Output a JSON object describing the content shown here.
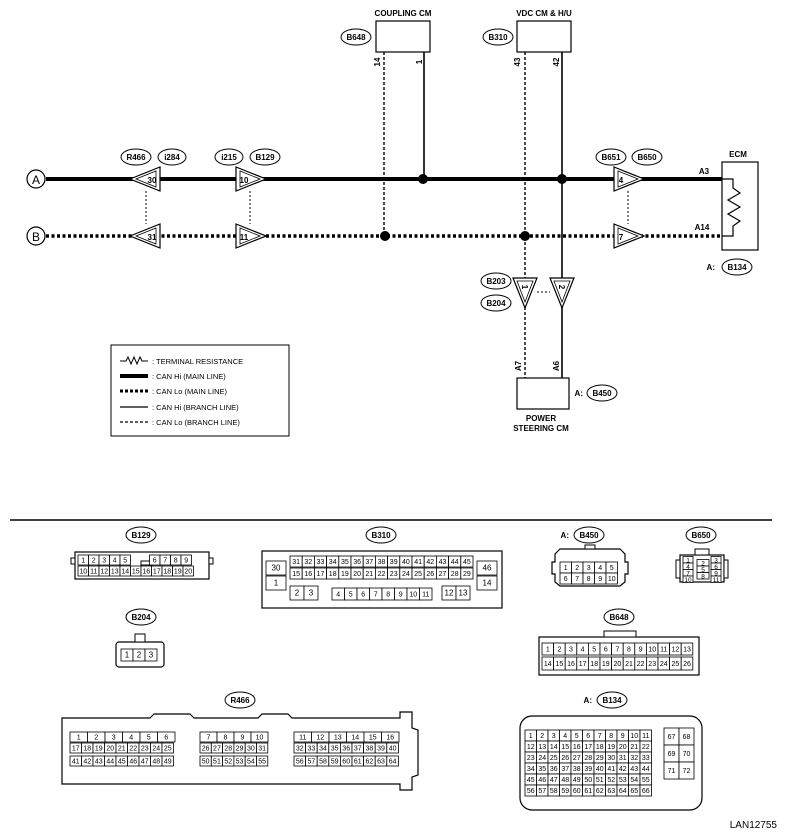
{
  "modules": {
    "coupling_cm": {
      "title": "COUPLING CM",
      "connector": "B648",
      "pins": [
        "14",
        "1"
      ]
    },
    "vdc_cm": {
      "title": "VDC CM & H/U",
      "connector": "B310",
      "pins": [
        "43",
        "42"
      ]
    },
    "ecm": {
      "title": "ECM",
      "pins": [
        "A3",
        "A14"
      ],
      "connector_prefix": "A:",
      "connector": "B134"
    },
    "power_steering_cm": {
      "title_line1": "POWER",
      "title_line2": "STEERING CM",
      "pins": [
        "A7",
        "A6"
      ],
      "connector_prefix": "A:",
      "connector": "B450"
    }
  },
  "lines": {
    "a": "A",
    "b": "B"
  },
  "junctions": {
    "j1": {
      "tags": [
        "R466",
        "i284"
      ],
      "pins": [
        "30",
        "31"
      ]
    },
    "j2": {
      "tags": [
        "i215",
        "B129"
      ],
      "pins": [
        "10",
        "11"
      ]
    },
    "j3": {
      "tags": [
        "B651",
        "B650"
      ],
      "pins": [
        "4",
        "7"
      ]
    },
    "j4": {
      "tags": [
        "B203",
        "B204"
      ],
      "pins": [
        "1",
        "2"
      ]
    }
  },
  "legend": [
    {
      "label": ": TERMINAL RESISTANCE",
      "symbol": "resistor"
    },
    {
      "label": ": CAN Hi (MAIN LINE)",
      "symbol": "thick-solid"
    },
    {
      "label": ": CAN Lo (MAIN LINE)",
      "symbol": "thick-dotted"
    },
    {
      "label": ": CAN Hi (BRANCH LINE)",
      "symbol": "thin-solid"
    },
    {
      "label": ": CAN Lo (BRANCH LINE)",
      "symbol": "thin-dotted"
    }
  ],
  "connectors": {
    "b129": {
      "label": "B129",
      "rows": [
        [
          "1",
          "2",
          "3",
          "4",
          "5",
          "",
          "",
          "6",
          "7",
          "8",
          "9"
        ],
        [
          "10",
          "11",
          "12",
          "13",
          "14",
          "15",
          "16",
          "17",
          "18",
          "19",
          "20"
        ]
      ]
    },
    "b310": {
      "label": "B310",
      "left": [
        "30",
        "1"
      ],
      "right": [
        "46",
        "14"
      ],
      "row1": [
        "31",
        "32",
        "33",
        "34",
        "35",
        "36",
        "37",
        "38",
        "39",
        "40",
        "41",
        "42",
        "43",
        "44",
        "45"
      ],
      "row2": [
        "15",
        "16",
        "17",
        "18",
        "19",
        "20",
        "21",
        "22",
        "23",
        "24",
        "25",
        "26",
        "27",
        "28",
        "29"
      ],
      "row3a": [
        "2",
        "3"
      ],
      "row3b": [
        "4",
        "5",
        "6",
        "7",
        "8",
        "9",
        "10",
        "11"
      ],
      "row3c": [
        "12",
        "13"
      ]
    },
    "b450": {
      "prefix": "A:",
      "label": "B450",
      "rows": [
        [
          "1",
          "2",
          "3",
          "4",
          "5"
        ],
        [
          "6",
          "7",
          "8",
          "9",
          "10"
        ]
      ]
    },
    "b650": {
      "label": "B650",
      "cells": [
        "1",
        "2",
        "3",
        "4",
        "5",
        "6",
        "7",
        "8",
        "9",
        "10",
        "11"
      ]
    },
    "b204": {
      "label": "B204",
      "cells": [
        "1",
        "2",
        "3"
      ]
    },
    "b648": {
      "label": "B648",
      "row1": [
        "1",
        "2",
        "3",
        "4",
        "5",
        "6",
        "7",
        "8",
        "9",
        "10",
        "11",
        "12",
        "13"
      ],
      "row2": [
        "14",
        "15",
        "16",
        "17",
        "18",
        "19",
        "20",
        "21",
        "22",
        "23",
        "24",
        "25",
        "26"
      ]
    },
    "r466": {
      "label": "R466",
      "row1": [
        "1",
        "2",
        "3",
        "4",
        "5",
        "6",
        "7",
        "8",
        "9",
        "10",
        "11",
        "12",
        "13",
        "14",
        "15",
        "16"
      ],
      "row2": [
        "17",
        "18",
        "19",
        "20",
        "21",
        "22",
        "23",
        "24",
        "25",
        "26",
        "27",
        "28",
        "29",
        "30",
        "31",
        "32",
        "33",
        "34",
        "35",
        "36",
        "37",
        "38",
        "39",
        "40"
      ],
      "row3": [
        "41",
        "42",
        "43",
        "44",
        "45",
        "46",
        "47",
        "48",
        "49",
        "50",
        "51",
        "52",
        "53",
        "54",
        "55",
        "56",
        "57",
        "58",
        "59",
        "60",
        "61",
        "62",
        "63",
        "64"
      ]
    },
    "b134": {
      "prefix": "A:",
      "label": "B134",
      "rows": [
        [
          "1",
          "2",
          "3",
          "4",
          "5",
          "6",
          "7",
          "8",
          "9",
          "10",
          "11"
        ],
        [
          "12",
          "13",
          "14",
          "15",
          "16",
          "17",
          "18",
          "19",
          "20",
          "21",
          "22"
        ],
        [
          "23",
          "24",
          "25",
          "26",
          "27",
          "28",
          "29",
          "30",
          "31",
          "32",
          "33"
        ],
        [
          "34",
          "35",
          "36",
          "37",
          "38",
          "39",
          "40",
          "41",
          "42",
          "43",
          "44"
        ],
        [
          "45",
          "46",
          "47",
          "48",
          "49",
          "50",
          "51",
          "52",
          "53",
          "54",
          "55"
        ],
        [
          "56",
          "57",
          "58",
          "59",
          "60",
          "61",
          "62",
          "63",
          "64",
          "65",
          "66"
        ]
      ],
      "side": [
        [
          "67",
          "68"
        ],
        [
          "69",
          "70"
        ],
        [
          "71",
          "72"
        ]
      ]
    }
  },
  "figure_code": "LAN12755"
}
